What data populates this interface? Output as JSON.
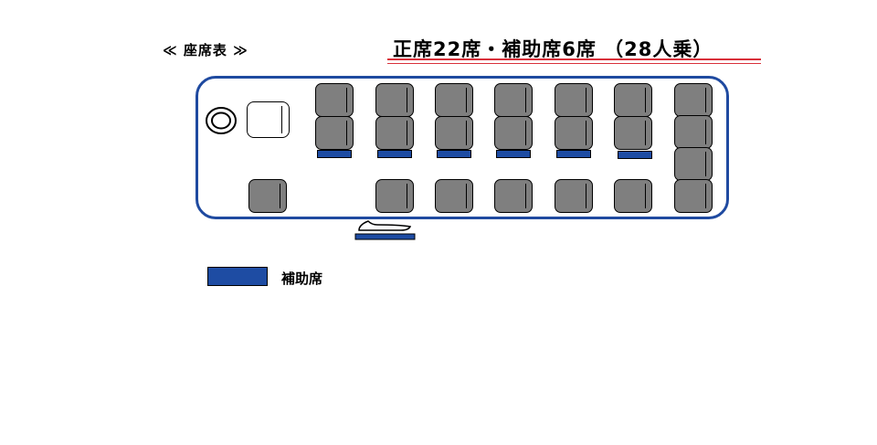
{
  "header": {
    "seat_chart_label": "≪ 座席表 ≫",
    "capacity_title": "正席22席・補助席6席 （28人乗）"
  },
  "colors": {
    "seat_fill": "#7f7f7f",
    "aux_seat_fill": "#1e4ca3",
    "bus_outline": "#1f4aa0",
    "underline": "#d9303a"
  },
  "legend": {
    "aux_seat_label": "補助席"
  }
}
